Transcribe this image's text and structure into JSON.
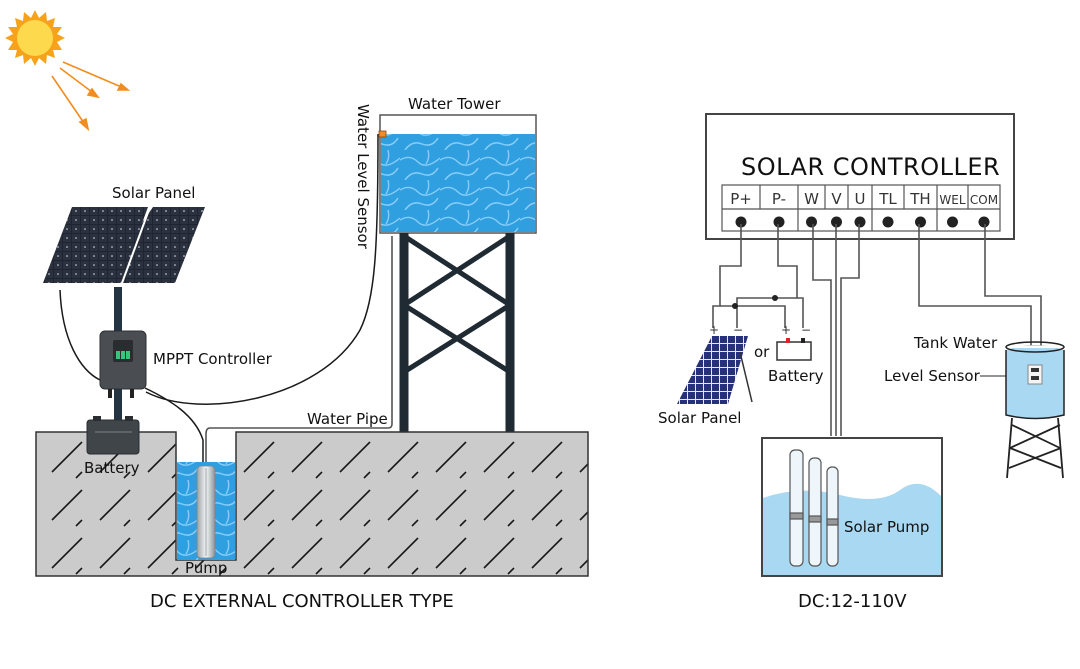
{
  "left_diagram": {
    "caption": "DC EXTERNAL CONTROLLER TYPE",
    "labels": {
      "solar_panel": "Solar Panel",
      "water_tower": "Water Tower",
      "water_level_sensor": "Water Level Sensor",
      "mppt_controller": "MPPT Controller",
      "water_pipe": "Water Pipe",
      "battery": "Battery",
      "pump": "Pump"
    }
  },
  "right_diagram": {
    "caption": "DC:12-110V",
    "controller_title": "SOLAR CONTROLLER",
    "terminals": [
      "P+",
      "P-",
      "W",
      "V",
      "U",
      "TL",
      "TH",
      "WEL",
      "COM"
    ],
    "labels": {
      "solar_panel": "Solar Panel",
      "or": "or",
      "battery": "Battery",
      "tank_water": "Tank Water",
      "level_sensor": "Level Sensor",
      "solar_pump": "Solar Pump",
      "plus": "+",
      "minus": "−"
    }
  },
  "colors": {
    "sun": "#f7a21b",
    "sun_core": "#fcd94d",
    "water": "#2f9fe0",
    "light_water": "#a9d8f2",
    "ground": "#c9c9c9",
    "steel": "#1f2a33",
    "battery_plus": "#e02020"
  }
}
